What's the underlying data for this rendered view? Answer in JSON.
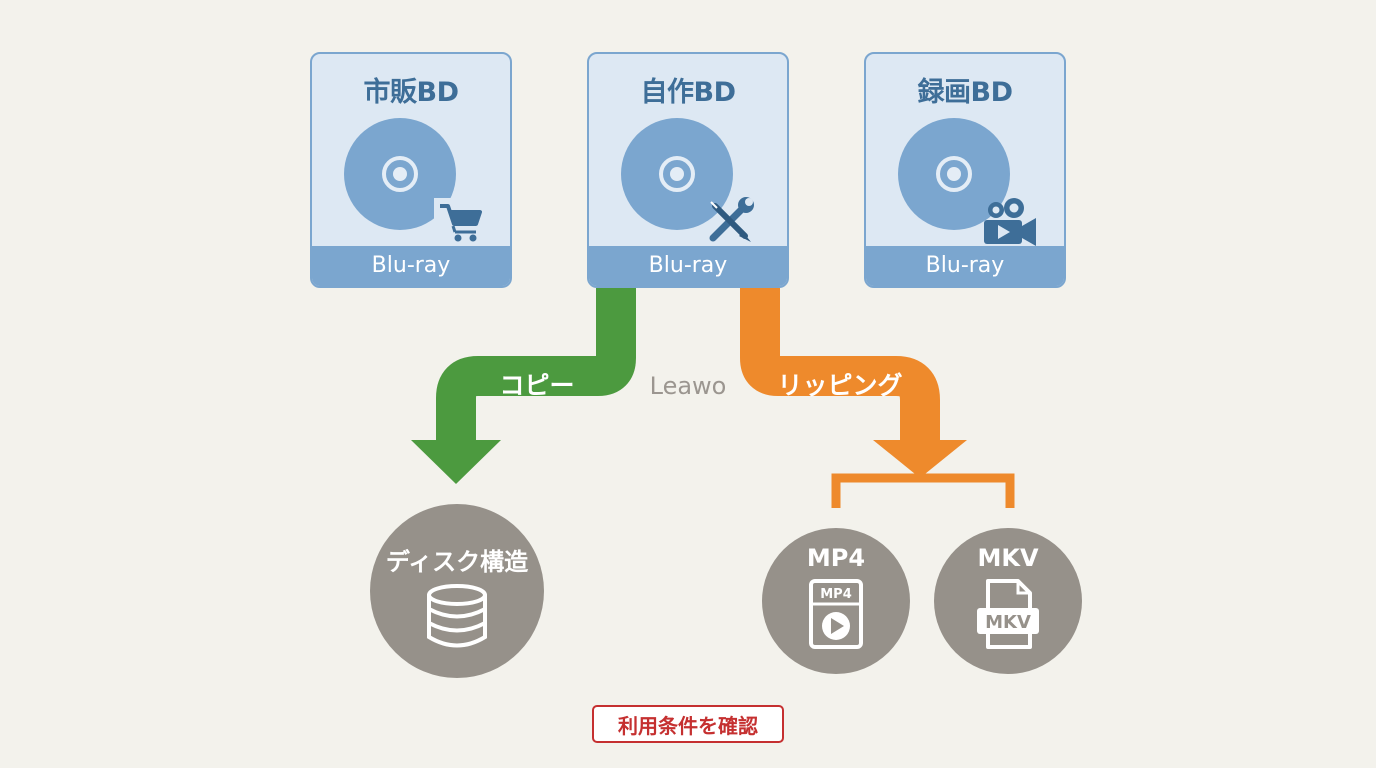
{
  "cards": [
    {
      "title": "市販BD",
      "footer": "Blu-ray",
      "badge_icon": "shopping-cart-icon"
    },
    {
      "title": "自作BD",
      "footer": "Blu-ray",
      "badge_icon": "tools-icon"
    },
    {
      "title": "録画BD",
      "footer": "Blu-ray",
      "badge_icon": "video-camera-icon"
    }
  ],
  "flows": {
    "copy_label": "コピー",
    "center_label": "Leawo",
    "rip_label": "リッピング"
  },
  "outputs": {
    "disc_structure": {
      "label": "ディスク構造",
      "icon": "database-icon"
    },
    "mp4": {
      "label": "MP4",
      "file_label": "MP4",
      "icon": "mp4-file-icon"
    },
    "mkv": {
      "label": "MKV",
      "file_label": "MKV",
      "icon": "mkv-file-icon"
    }
  },
  "terms_button": "利用条件を確認",
  "colors": {
    "card_bg": "#dde8f3",
    "card_accent": "#7ba6cf",
    "card_title": "#3e6e98",
    "copy_green": "#4c9a3f",
    "rip_orange": "#ee8a2c",
    "output_gray": "#96918a",
    "warning_red": "#c53030",
    "background": "#f3f2ec"
  }
}
